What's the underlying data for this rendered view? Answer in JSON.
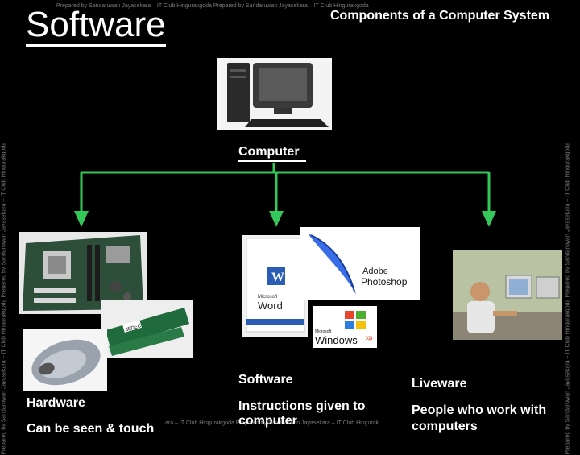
{
  "slide": {
    "title": "Software",
    "subtitle": "Components of a Computer System",
    "watermark_top": "Prepared by Sandaruwan Jayasekara – IT Club Hingurakgoda Prepared by Sandaruwan Jayasekara – IT Club Hingurakgoda",
    "watermark_side": "Prepared by Sandaruwan Jayasekara – IT Club Hingurakgoda Prepared by Sandaruwan Jayasekara – IT Club Hingurakgoda",
    "watermark_bottom": "ara – IT Club Hingurakgoda Prepared by Sandaruwan Jayasekara – IT Club Hingurak"
  },
  "diagram": {
    "root_label": "Computer",
    "hardware": {
      "label": "Hardware",
      "description": "Can be seen & touch"
    },
    "software": {
      "label": "Software",
      "description": "Instructions given to computer"
    },
    "liveware": {
      "label": "Liveware",
      "description": "People who work with computers"
    }
  },
  "logos": {
    "word": {
      "vendor": "Microsoft",
      "name": "Word"
    },
    "photoshop": {
      "vendor": "Adobe",
      "name": "Photoshop"
    },
    "windows": {
      "vendor": "Microsoft",
      "name": "Windows",
      "suffix": "xp"
    },
    "ram_label": "JEDEC"
  },
  "colors": {
    "arrow": "#34c759",
    "background": "#000000",
    "text": "#ffffff"
  }
}
